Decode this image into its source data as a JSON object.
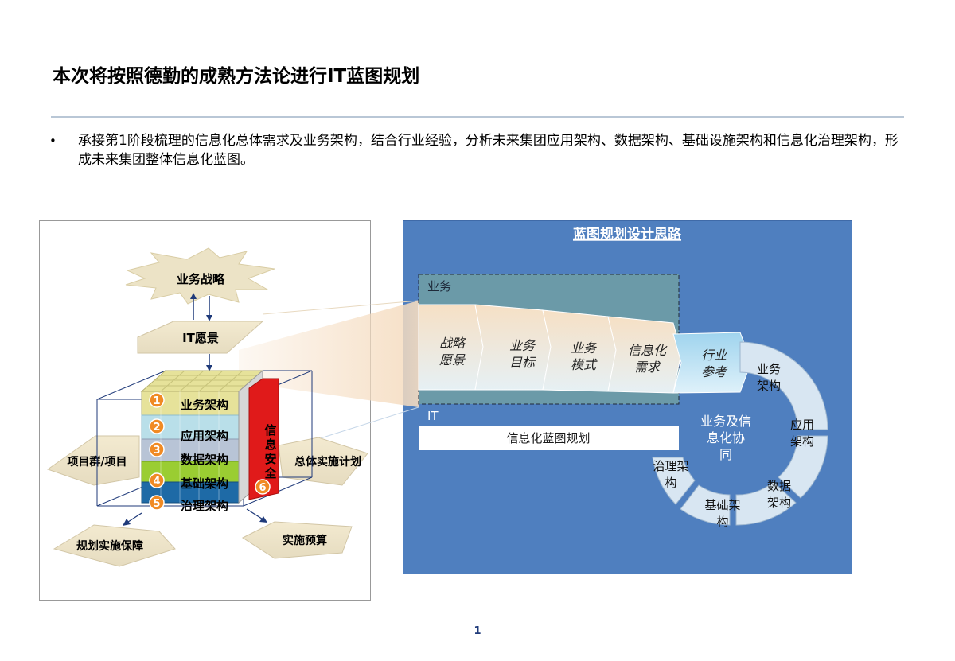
{
  "slide": {
    "title": "本次将按照德勤的成熟方法论进行IT蓝图规划",
    "bullet": "承接第1阶段梳理的信息化总体需求及业务架构，结合行业经验，分析未来集团应用架构、数据架构、基础设施架构和信息化治理架构，形成未来集团整体信息化蓝图。",
    "page_number": "1"
  },
  "left_diagram": {
    "business_strategy": "业务战略",
    "it_vision": "IT愿景",
    "layers": [
      {
        "num": "1",
        "label": "业务架构"
      },
      {
        "num": "2",
        "label": "应用架构"
      },
      {
        "num": "3",
        "label": "数据架构"
      },
      {
        "num": "4",
        "label": "基础架构"
      },
      {
        "num": "5",
        "label": "治理架构"
      }
    ],
    "security": {
      "num": "6",
      "line1": "信",
      "line2": "息",
      "line3": "安",
      "line4": "全"
    },
    "left_plane": "项目群/项目",
    "right_plane": "总体实施计划",
    "bottom_left_plane": "规划实施保障",
    "bottom_right_plane": "实施预算",
    "colors": {
      "layer1": "#e6e29a",
      "layer2": "#b9dfe9",
      "layer3": "#b8c4d6",
      "layer4": "#9acd32",
      "layer5": "#1e6aa6",
      "security": "#e01a1a",
      "badge": "#f08a24"
    }
  },
  "right_diagram": {
    "heading": "蓝图规划设计思路",
    "business_label": "业务",
    "it_label": "IT",
    "steps": [
      {
        "line1": "战略",
        "line2": "愿景"
      },
      {
        "line1": "业务",
        "line2": "目标"
      },
      {
        "line1": "业务",
        "line2": "模式"
      },
      {
        "line1": "信息化",
        "line2": "需求"
      },
      {
        "line1": "行业",
        "line2": "参考"
      }
    ],
    "it_bar": "信息化蓝图规划",
    "cycle_center": {
      "line1": "业务及信",
      "line2": "息化协",
      "line3": "同"
    },
    "cycle_items": [
      {
        "line1": "业务",
        "line2": "架构"
      },
      {
        "line1": "应用",
        "line2": "架构"
      },
      {
        "line1": "数据",
        "line2": "架构"
      },
      {
        "line1": "基础架",
        "line2": "构"
      },
      {
        "line1": "治理架",
        "line2": "构"
      }
    ],
    "colors": {
      "panel_bg": "#4f7fbf",
      "business_box": "#6b9aa8",
      "step_fill": "#f3dcc0",
      "cycle_fill": "#d8e6f2"
    }
  }
}
